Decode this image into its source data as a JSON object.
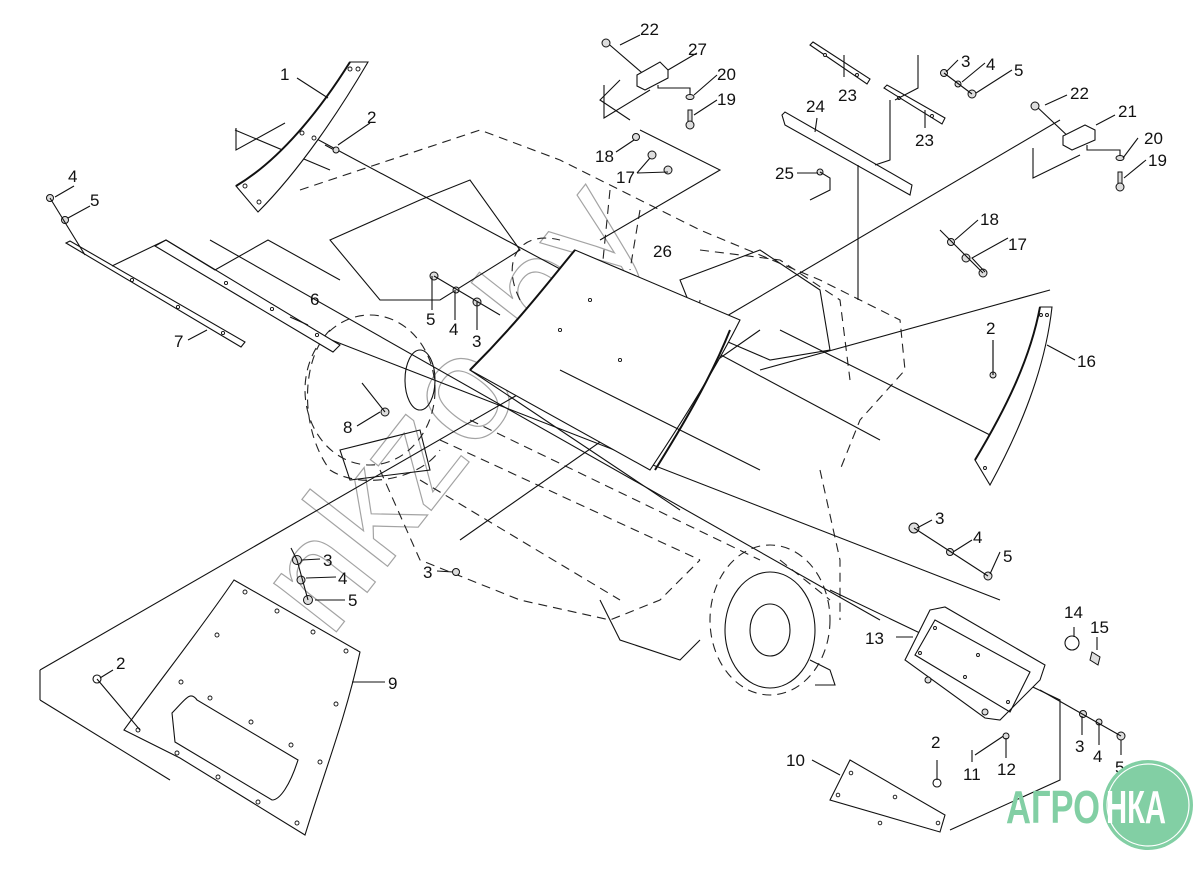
{
  "diagram": {
    "type": "exploded parts diagram",
    "callouts": [
      {
        "id": "c1",
        "label": "1"
      },
      {
        "id": "c2a",
        "label": "2"
      },
      {
        "id": "c4a",
        "label": "4"
      },
      {
        "id": "c5a",
        "label": "5"
      },
      {
        "id": "c6",
        "label": "6"
      },
      {
        "id": "c7",
        "label": "7"
      },
      {
        "id": "c5b",
        "label": "5"
      },
      {
        "id": "c4b",
        "label": "4"
      },
      {
        "id": "c3b",
        "label": "3"
      },
      {
        "id": "c8",
        "label": "8"
      },
      {
        "id": "c22a",
        "label": "22"
      },
      {
        "id": "c27",
        "label": "27"
      },
      {
        "id": "c20a",
        "label": "20"
      },
      {
        "id": "c19a",
        "label": "19"
      },
      {
        "id": "c18a",
        "label": "18"
      },
      {
        "id": "c17a",
        "label": "17"
      },
      {
        "id": "c26",
        "label": "26"
      },
      {
        "id": "c23a",
        "label": "23"
      },
      {
        "id": "c23b",
        "label": "23"
      },
      {
        "id": "c24",
        "label": "24"
      },
      {
        "id": "c25",
        "label": "25"
      },
      {
        "id": "c3c",
        "label": "3"
      },
      {
        "id": "c4c",
        "label": "4"
      },
      {
        "id": "c5c",
        "label": "5"
      },
      {
        "id": "c22b",
        "label": "22"
      },
      {
        "id": "c21",
        "label": "21"
      },
      {
        "id": "c20b",
        "label": "20"
      },
      {
        "id": "c19b",
        "label": "19"
      },
      {
        "id": "c18b",
        "label": "18"
      },
      {
        "id": "c17b",
        "label": "17"
      },
      {
        "id": "c2b",
        "label": "2"
      },
      {
        "id": "c16",
        "label": "16"
      },
      {
        "id": "c3d",
        "label": "3"
      },
      {
        "id": "c4d",
        "label": "4"
      },
      {
        "id": "c5d",
        "label": "5"
      },
      {
        "id": "c3e",
        "label": "3"
      },
      {
        "id": "c3f",
        "label": "3"
      },
      {
        "id": "c4f",
        "label": "4"
      },
      {
        "id": "c5f",
        "label": "5"
      },
      {
        "id": "c2c",
        "label": "2"
      },
      {
        "id": "c9",
        "label": "9"
      },
      {
        "id": "c13",
        "label": "13"
      },
      {
        "id": "c14",
        "label": "14"
      },
      {
        "id": "c15",
        "label": "15"
      },
      {
        "id": "c3g",
        "label": "3"
      },
      {
        "id": "c4g",
        "label": "4"
      },
      {
        "id": "c5g",
        "label": "5"
      },
      {
        "id": "c2d",
        "label": "2"
      },
      {
        "id": "c11",
        "label": "11"
      },
      {
        "id": "c12",
        "label": "12"
      },
      {
        "id": "c10",
        "label": "10"
      }
    ]
  },
  "watermark": {
    "text": "nkzo.by"
  },
  "logo": {
    "left_text": "АГРО",
    "right_text": "НКА",
    "color": "#82cfa4"
  }
}
